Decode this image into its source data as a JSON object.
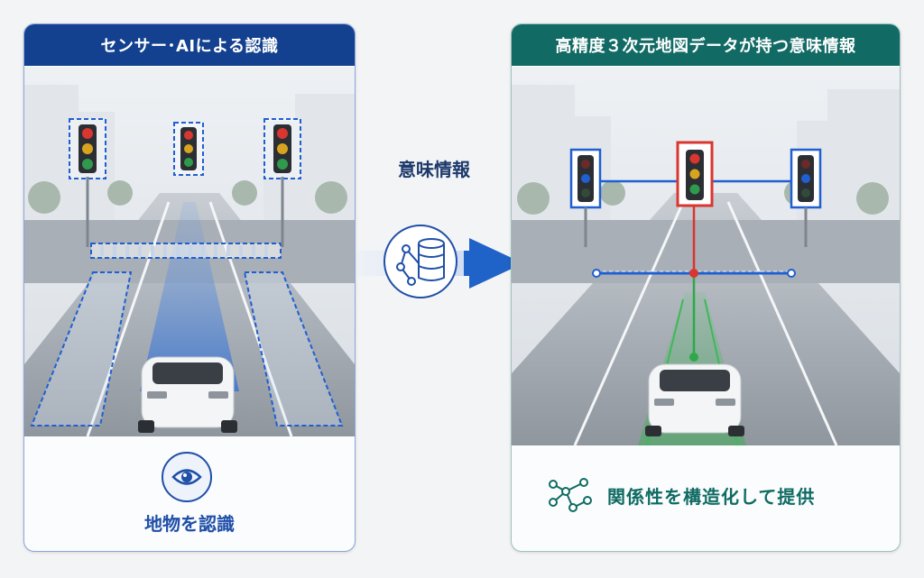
{
  "left_panel": {
    "title": "センサー･AIによる認識",
    "caption": "地物を認識",
    "icon": "eye-icon",
    "accent": "#13408f"
  },
  "right_panel": {
    "title": "高精度３次元地図データが持つ意味情報",
    "caption": "関係性を構造化して提供",
    "icon": "network-graph-icon",
    "accent": "#126a64"
  },
  "middle": {
    "label": "意味情報",
    "icon": "database-graph-icon",
    "arrow": "right-arrow-icon"
  }
}
